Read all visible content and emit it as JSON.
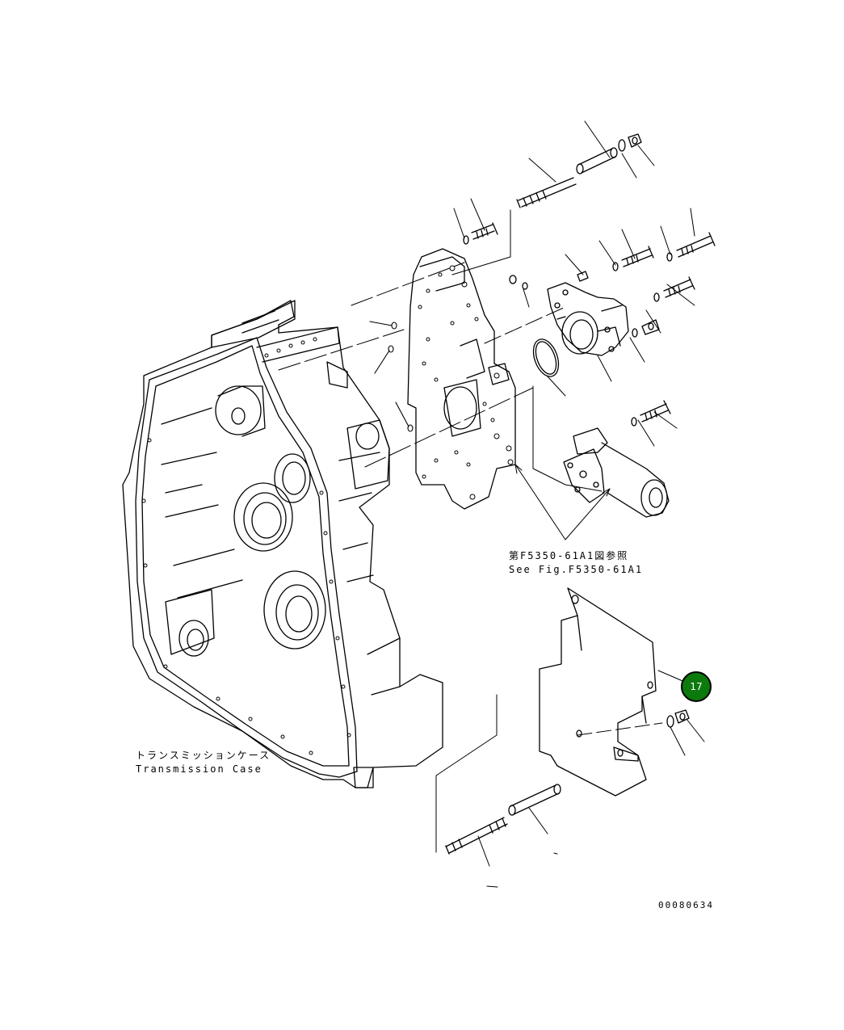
{
  "callout": {
    "number": "17",
    "color": "#0c7a0c"
  },
  "labels": {
    "see_fig_jp": "第F5350-61A1図参照",
    "see_fig_en": "See Fig.F5350-61A1",
    "case_jp": "トランスミッションケース",
    "case_en": "Transmission Case",
    "drawing_number": "00080634"
  }
}
